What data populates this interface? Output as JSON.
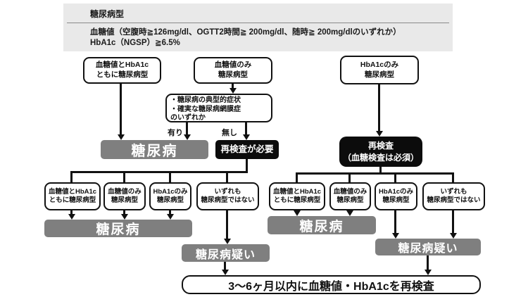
{
  "header": {
    "title": "糖尿病型",
    "criteria_line1": "血糖値（空腹時≧126mg/dl、OGTT2時間≧ 200mg/dl、随時≧ 200mg/dlのいずれか）",
    "criteria_line2": "HbA1c（NGSP）≧6.5%"
  },
  "top_nodes": {
    "both_type": {
      "line1": "血糖値とHbA1c",
      "line2": "ともに糖尿病型"
    },
    "glucose_only": {
      "line1": "血糖値のみ",
      "line2": "糖尿病型"
    },
    "hba1c_only": {
      "line1": "HbA1cのみ",
      "line2": "糖尿病型"
    }
  },
  "symptom_criteria": {
    "line1": "・糖尿病の典型的症状",
    "line2": "・確実な糖尿病網膜症",
    "line3": "のいずれか"
  },
  "branch_labels": {
    "present": "有り",
    "absent": "無し"
  },
  "outcomes": {
    "diabetes": "糖尿病",
    "retest_needed": "再検査が必要",
    "retest_mandatory": {
      "line1": "再検査",
      "line2": "（血糖検査は必須）"
    },
    "suspected": "糖尿病疑い"
  },
  "subtype_nodes": {
    "both_type": {
      "line1": "血糖値とHbA1c",
      "line2": "ともに糖尿病型"
    },
    "glucose_only": {
      "line1": "血糖値のみ",
      "line2": "糖尿病型"
    },
    "hba1c_only": {
      "line1": "HbA1cのみ",
      "line2": "糖尿病型"
    },
    "none": {
      "line1": "いずれも",
      "line2": "糖尿病型ではない"
    }
  },
  "final_note": "3〜6ヶ月以内に血糖値・HbA1cを再検査",
  "colors": {
    "gray_fill": "#7f7f7f",
    "black_fill": "#0c0c0c",
    "header_bg": "#e9e9e9",
    "line": "#111111"
  }
}
